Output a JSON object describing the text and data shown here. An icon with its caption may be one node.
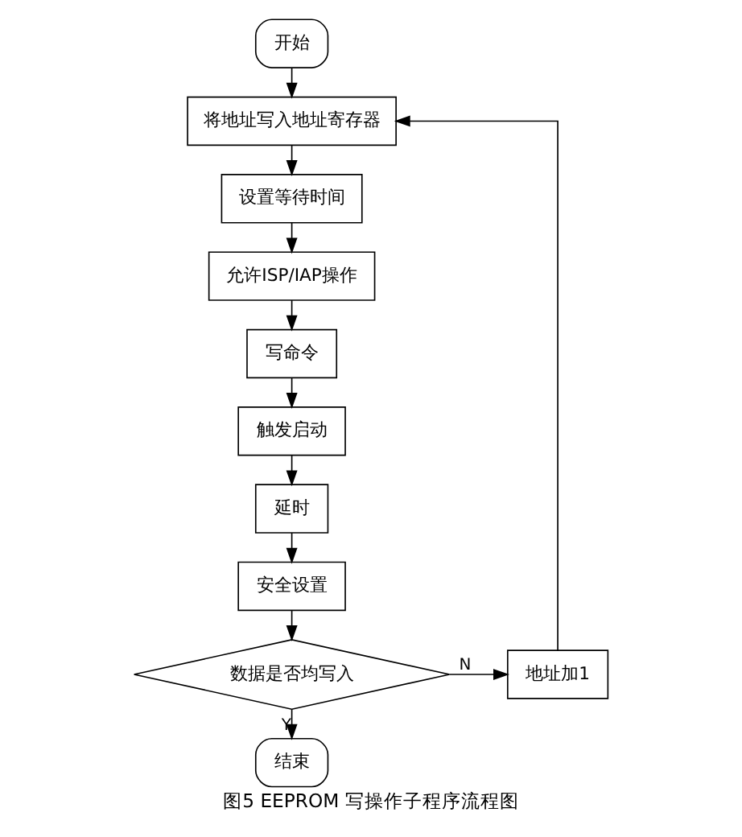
{
  "diagram": {
    "caption": "图5 EEPROM 写操作子程序流程图",
    "nodes": [
      {
        "text": [
          "开始"
        ]
      },
      {
        "text": [
          "将地址写入地址寄存器"
        ]
      },
      {
        "text": [
          "设置等待时间"
        ]
      },
      {
        "text": [
          "允许ISP/IAP操作"
        ]
      },
      {
        "text": [
          "写命令"
        ]
      },
      {
        "text": [
          "触发启动"
        ]
      },
      {
        "text": [
          "延时"
        ]
      },
      {
        "text": [
          "安全设置"
        ]
      },
      {
        "text": [
          "数据是否均写入"
        ]
      },
      {
        "text": [
          "地址加1"
        ]
      },
      {
        "text": [
          "结束"
        ]
      }
    ],
    "edges": [
      {
        "from": 0,
        "to": 1,
        "arrow": "to"
      },
      {
        "from": 1,
        "to": 2,
        "arrow": "to"
      },
      {
        "from": 2,
        "to": 3,
        "arrow": "to"
      },
      {
        "from": 3,
        "to": 4,
        "arrow": "to"
      },
      {
        "from": 4,
        "to": 5,
        "arrow": "to"
      },
      {
        "from": 5,
        "to": 6,
        "arrow": "to"
      },
      {
        "from": 6,
        "to": 7,
        "arrow": "to"
      },
      {
        "from": 7,
        "to": 8,
        "arrow": "to"
      },
      {
        "from": 8,
        "to": 10,
        "arrow": "to",
        "label": "Y"
      },
      {
        "from": 8,
        "to": 9,
        "arrow": "to",
        "label": "N"
      },
      {
        "from": 9,
        "to": 1,
        "arrow": "to"
      }
    ]
  }
}
